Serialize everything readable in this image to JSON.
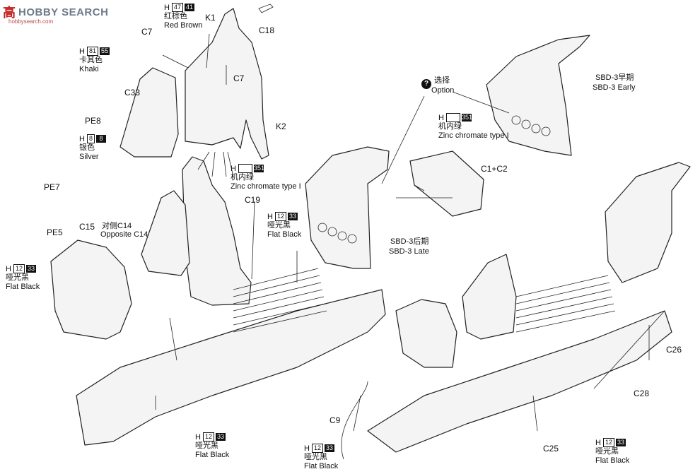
{
  "watermark": {
    "logo": "高",
    "text": "HOBBY SEARCH",
    "subtext": "hobbysearch.com"
  },
  "parts": {
    "k1": "K1",
    "k2": "K2",
    "c7a": "C7",
    "c7b": "C7",
    "c18": "C18",
    "c33": "C33",
    "pe8": "PE8",
    "pe7": "PE7",
    "pe5": "PE5",
    "c15": "C15",
    "c19": "C19",
    "c1c2": "C1+C2",
    "c9": "C9",
    "c25": "C25",
    "c26": "C26",
    "c28": "C28"
  },
  "paints": {
    "red_brown": {
      "h": "H",
      "num": "47",
      "swatch": "41",
      "zh": "红棕色",
      "en": "Red Brown"
    },
    "khaki": {
      "h": "H",
      "num": "81",
      "swatch": "55",
      "zh": "卡其色",
      "en": "Khaki"
    },
    "silver": {
      "h": "H",
      "num": "8",
      "swatch": "8",
      "zh": "银色",
      "en": "Silver"
    },
    "zinc1": {
      "h": "H",
      "num": "",
      "swatch": "351",
      "zh": "机内绿",
      "en": "Zinc chromate type I"
    },
    "zinc2": {
      "h": "H",
      "num": "",
      "swatch": "351",
      "zh": "机内绿",
      "en": "Zinc chromate type I"
    },
    "flat_black_1": {
      "h": "H",
      "num": "12",
      "swatch": "33",
      "zh": "哑光黑",
      "en": "Flat Black"
    },
    "flat_black_2": {
      "h": "H",
      "num": "12",
      "swatch": "33",
      "zh": "哑光黑",
      "en": "Flat  Black"
    },
    "flat_black_3": {
      "h": "H",
      "num": "12",
      "swatch": "33",
      "zh": "哑光黑",
      "en": "Flat Black"
    },
    "flat_black_4": {
      "h": "H",
      "num": "12",
      "swatch": "33",
      "zh": "哑光黑",
      "en": "Flat Black"
    },
    "flat_black_5": {
      "h": "H",
      "num": "12",
      "swatch": "33",
      "zh": "哑光黑",
      "en": "Flat Black"
    }
  },
  "notes": {
    "option_icon": "?",
    "option_zh": "选择",
    "option_en": "Option",
    "opposite_zh": "对侧C14",
    "opposite_en": "Opposite C14",
    "early_zh": "SBD-3早期",
    "early_en": "SBD-3 Early",
    "late_zh": "SBD-3后期",
    "late_en": "SBD-3 Late"
  }
}
